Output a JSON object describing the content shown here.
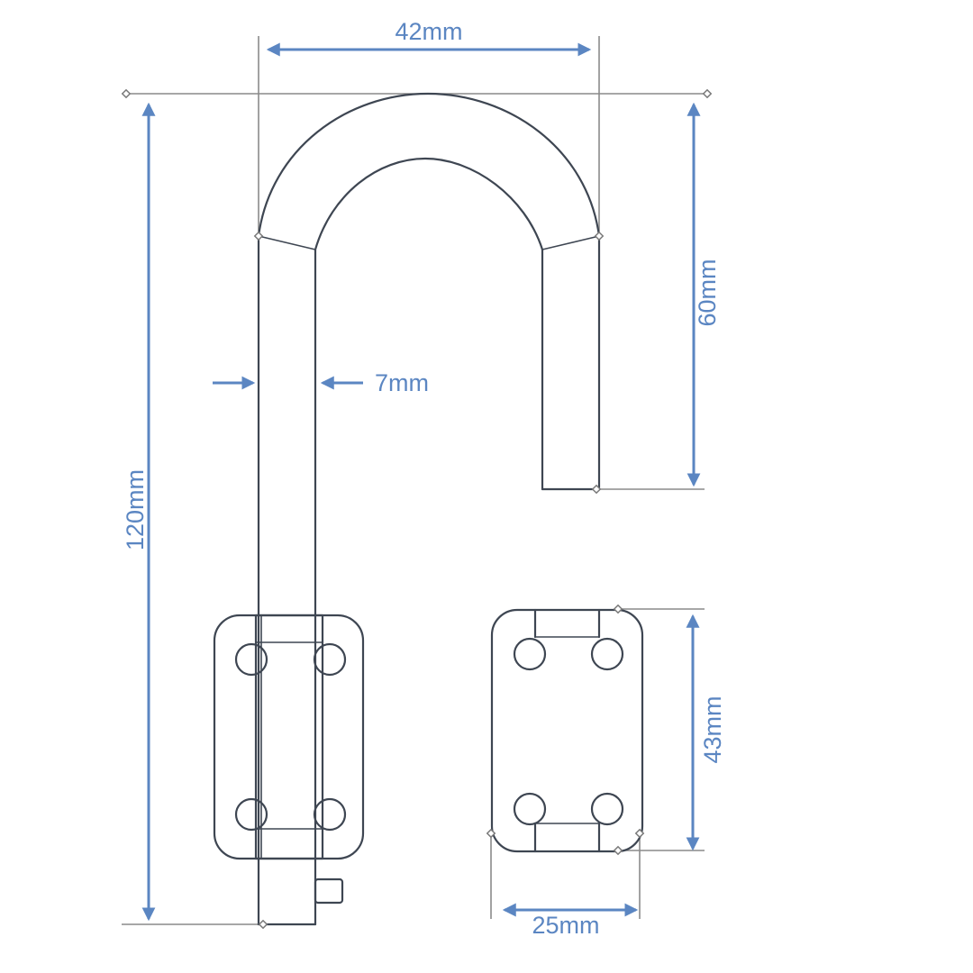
{
  "colors": {
    "accent": "#5b86c2",
    "outline": "#3e4652",
    "extension": "#8a8a8a",
    "background": "#ffffff"
  },
  "dimensions": {
    "hook_width": "42mm",
    "hook_height": "60mm",
    "pin_diameter": "7mm",
    "overall_length": "120mm",
    "plate_height": "43mm",
    "plate_width": "25mm"
  }
}
